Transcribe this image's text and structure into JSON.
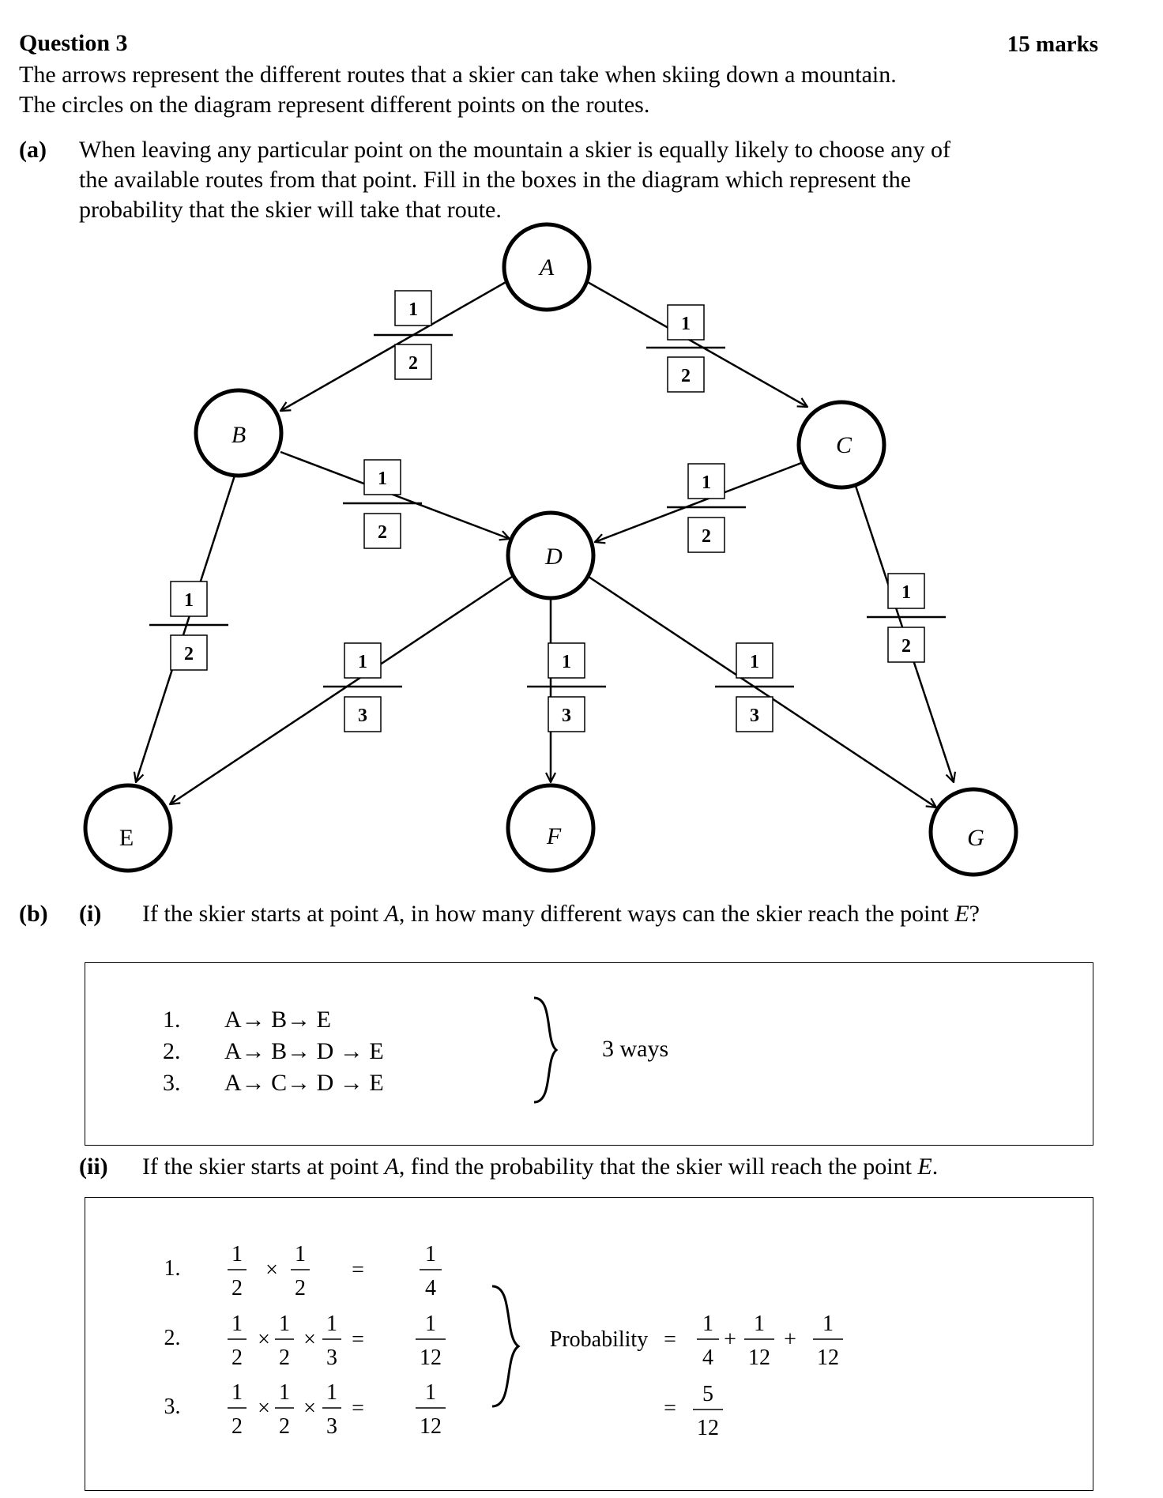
{
  "question": {
    "title": "Question 3",
    "marks": "15 marks",
    "intro": [
      "The arrows represent the different routes that a skier can take when skiing down a mountain.",
      "The circles on the diagram represent different points on the routes."
    ]
  },
  "part_a": {
    "label": "(a)",
    "text": [
      "When leaving any particular point on the mountain a skier is equally likely to choose any of",
      "the available routes from that point. Fill in the boxes in the diagram which represent the",
      "probability that the skier will take that route."
    ]
  },
  "diagram": {
    "nodes": {
      "A": "A",
      "B": "B",
      "C": "C",
      "D": "D",
      "E": "E",
      "F": "F",
      "G": "G"
    },
    "routes": {
      "AB": {
        "num": "1",
        "den": "2"
      },
      "AC": {
        "num": "1",
        "den": "2"
      },
      "BD": {
        "num": "1",
        "den": "2"
      },
      "CD": {
        "num": "1",
        "den": "2"
      },
      "BE": {
        "num": "1",
        "den": "2"
      },
      "CG": {
        "num": "1",
        "den": "2"
      },
      "DE": {
        "num": "1",
        "den": "3"
      },
      "DF": {
        "num": "1",
        "den": "3"
      },
      "DG": {
        "num": "1",
        "den": "3"
      }
    }
  },
  "part_b": {
    "label": "(b)",
    "i": {
      "label": "(i)",
      "prefix": "If the skier starts at point ",
      "point_a": "A",
      "middle": ", in how many different ways can the skier reach the point ",
      "point_e": "E",
      "suffix": "?",
      "ways": [
        {
          "num": "1.",
          "route": "A→ B→ E"
        },
        {
          "num": "2.",
          "route": "A→ B→ D → E"
        },
        {
          "num": "3.",
          "route": "A→ C→ D → E"
        }
      ],
      "answer": "3 ways"
    },
    "ii": {
      "label": "(ii)",
      "prefix": "If the skier starts at point ",
      "point_a": "A",
      "middle": ", find the probability that the skier will reach the point ",
      "point_e": "E",
      "suffix": ".",
      "rows": [
        {
          "num": "1.",
          "factors": [
            [
              "1",
              "2"
            ],
            [
              "1",
              "2"
            ]
          ],
          "result": [
            "1",
            "4"
          ]
        },
        {
          "num": "2.",
          "factors": [
            [
              "1",
              "2"
            ],
            [
              "1",
              "2"
            ],
            [
              "1",
              "3"
            ]
          ],
          "result": [
            "1",
            "12"
          ]
        },
        {
          "num": "3.",
          "factors": [
            [
              "1",
              "2"
            ],
            [
              "1",
              "2"
            ],
            [
              "1",
              "3"
            ]
          ],
          "result": [
            "1",
            "12"
          ]
        }
      ],
      "times": "×",
      "equals": "=",
      "plus": "+",
      "probability_label": "Probability",
      "sum_terms": [
        [
          "1",
          "4"
        ],
        [
          "1",
          "12"
        ],
        [
          "1",
          "12"
        ]
      ],
      "final": [
        "5",
        "12"
      ]
    }
  }
}
